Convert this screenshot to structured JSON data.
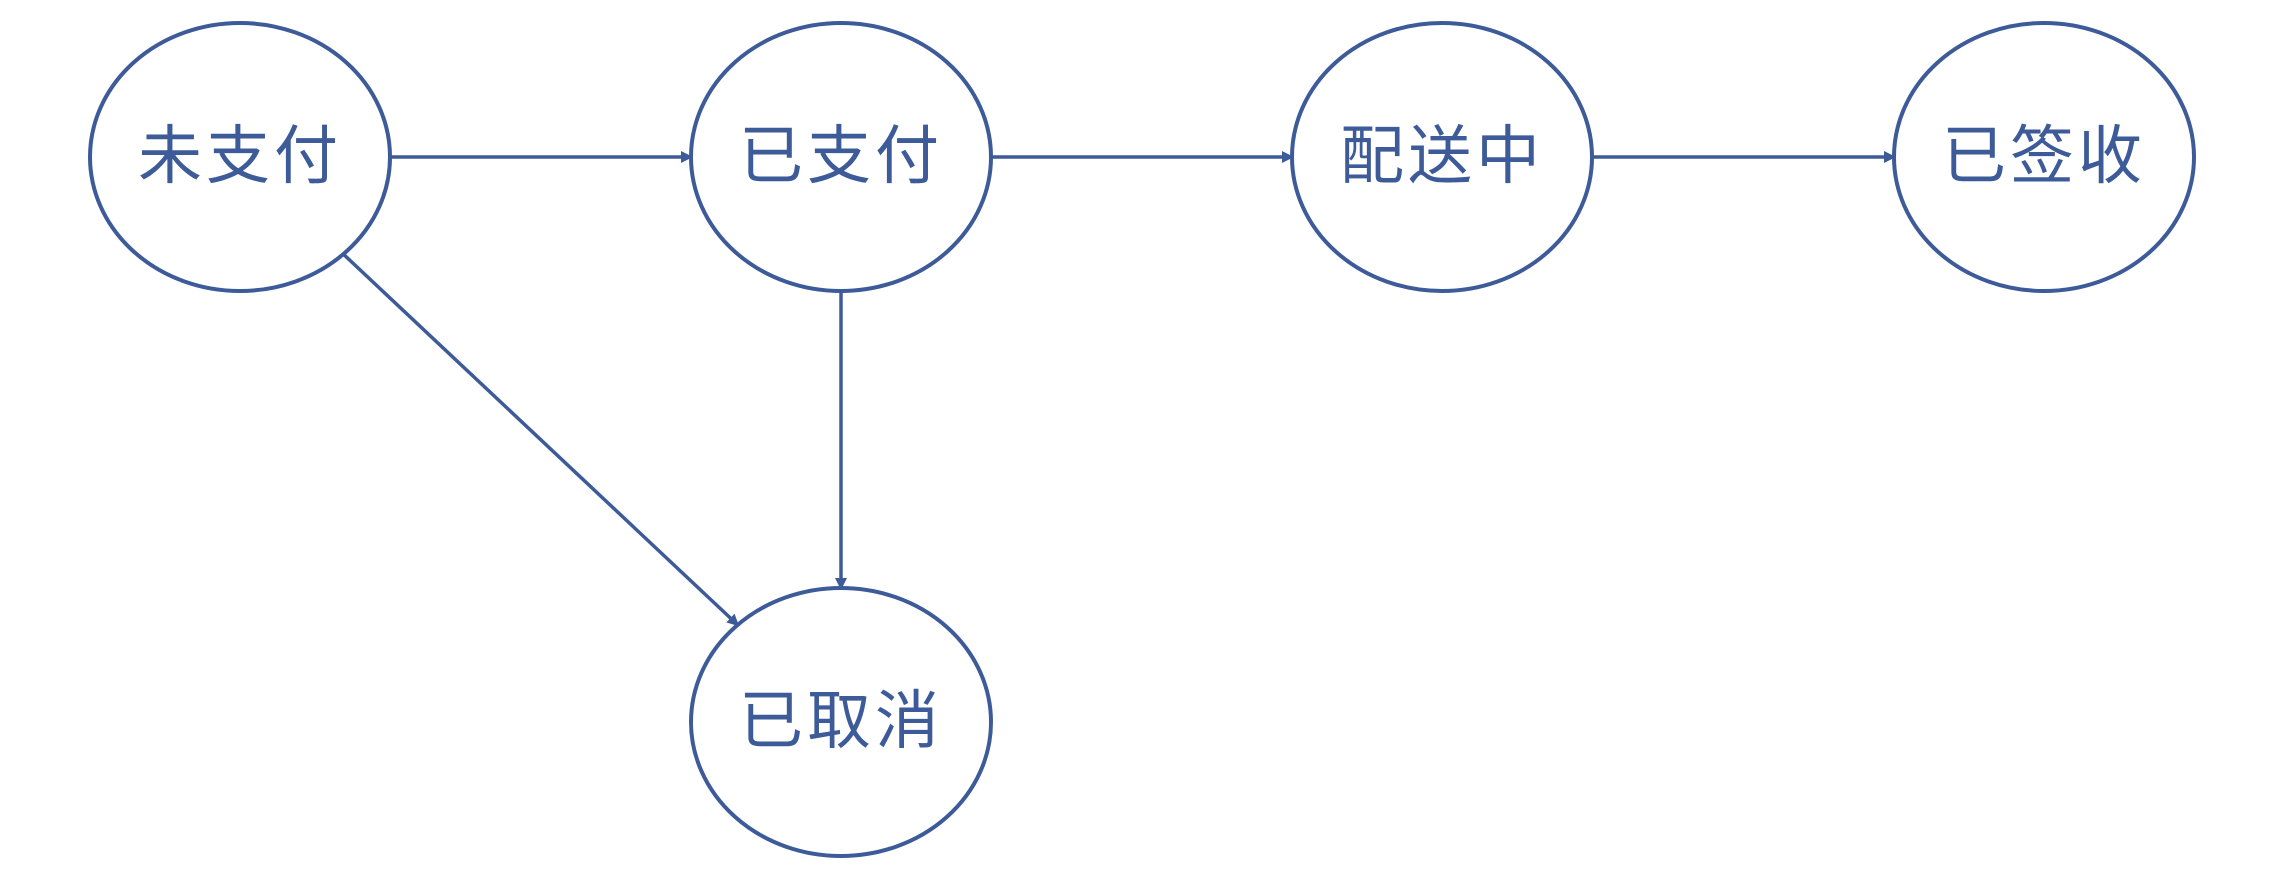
{
  "diagram": {
    "type": "state-flow",
    "colors": {
      "stroke": "#3d5a99",
      "text": "#3d5a99",
      "background": "#ffffff"
    },
    "nodes": [
      {
        "id": "unpaid",
        "label": "未支付"
      },
      {
        "id": "paid",
        "label": "已支付"
      },
      {
        "id": "delivering",
        "label": "配送中"
      },
      {
        "id": "signed",
        "label": "已签收"
      },
      {
        "id": "cancelled",
        "label": "已取消"
      }
    ],
    "edges": [
      {
        "from": "unpaid",
        "to": "paid"
      },
      {
        "from": "paid",
        "to": "delivering"
      },
      {
        "from": "delivering",
        "to": "signed"
      },
      {
        "from": "unpaid",
        "to": "cancelled"
      },
      {
        "from": "paid",
        "to": "cancelled"
      }
    ]
  }
}
